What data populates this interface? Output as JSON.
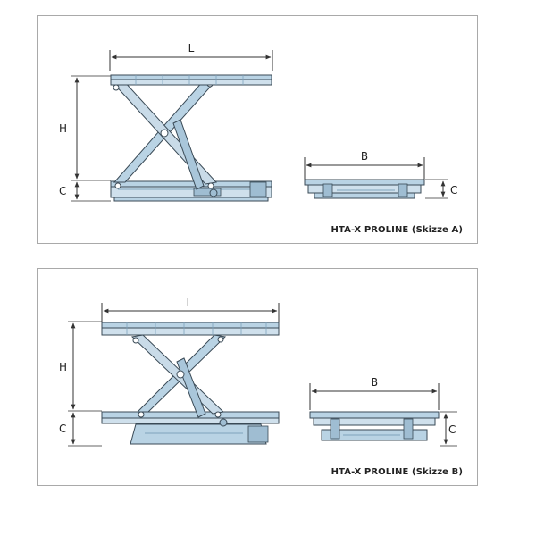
{
  "colors": {
    "frame": "#a9a9a9",
    "steel": "#b9d3e4",
    "steel_dark": "#7fa3bd",
    "outline": "#3a4a56",
    "dimension": "#333333"
  },
  "sketch_a": {
    "caption": "HTA-X PROLINE (Skizze A)",
    "dim_length": "L",
    "dim_height": "H",
    "dim_closed": "C",
    "dim_width": "B",
    "dim_closed_side": "C"
  },
  "sketch_b": {
    "caption": "HTA-X PROLINE (Skizze B)",
    "dim_length": "L",
    "dim_height": "H",
    "dim_closed": "C",
    "dim_width": "B",
    "dim_closed_side": "C"
  }
}
